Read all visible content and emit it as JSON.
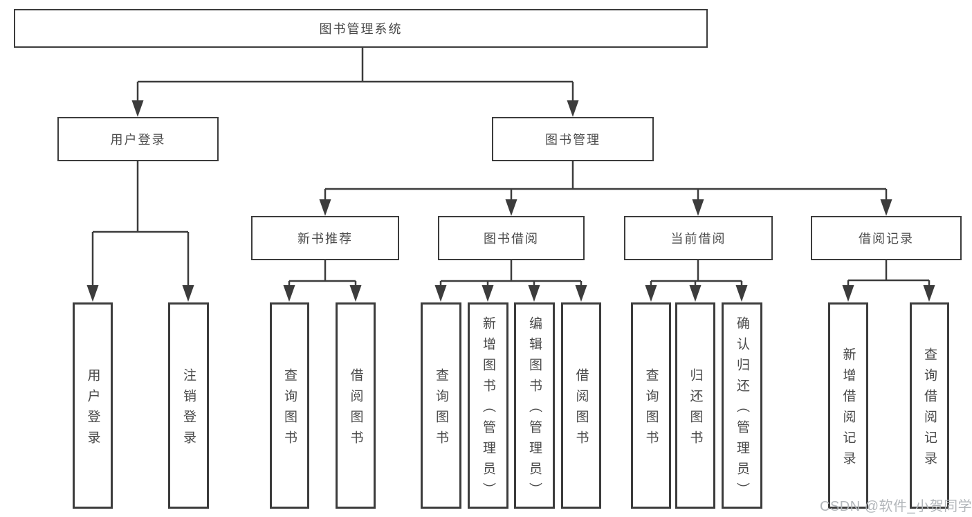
{
  "tree": {
    "root": {
      "label": "图书管理系统",
      "children": [
        {
          "label": "用户登录",
          "children": [
            {
              "label": "用户登录"
            },
            {
              "label": "注销登录"
            }
          ]
        },
        {
          "label": "图书管理",
          "children": [
            {
              "label": "新书推荐",
              "children": [
                {
                  "label": "查询图书"
                },
                {
                  "label": "借阅图书"
                }
              ]
            },
            {
              "label": "图书借阅",
              "children": [
                {
                  "label": "查询图书"
                },
                {
                  "label": "新增图书（管理员）"
                },
                {
                  "label": "编辑图书（管理员）"
                },
                {
                  "label": "借阅图书"
                }
              ]
            },
            {
              "label": "当前借阅",
              "children": [
                {
                  "label": "查询图书"
                },
                {
                  "label": "归还图书"
                },
                {
                  "label": "确认归还（管理员）"
                }
              ]
            },
            {
              "label": "借阅记录",
              "children": [
                {
                  "label": "新增借阅记录"
                },
                {
                  "label": "查询借阅记录"
                }
              ]
            }
          ]
        }
      ]
    }
  },
  "watermark": {
    "text": "CSDN @软件_小贺同学"
  },
  "colors": {
    "line": "#3c3c3c",
    "text": "#4a4a4a",
    "watermark": "#b2b6ba",
    "background": "#ffffff"
  }
}
